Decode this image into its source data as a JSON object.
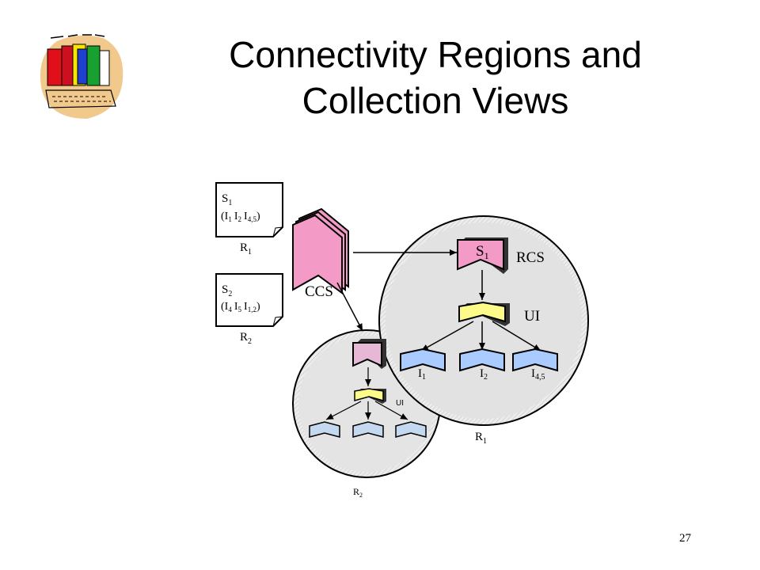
{
  "slide": {
    "title_line1": "Connectivity Regions and",
    "title_line2": "Collection Views",
    "page_number": "27"
  },
  "logo": {
    "icon": "library-books-icon"
  },
  "notes": [
    {
      "s": "S",
      "s_sub": "1",
      "items": [
        [
          "I",
          "1"
        ],
        [
          "I",
          "2"
        ],
        [
          "I",
          "4,5"
        ]
      ],
      "region": "R",
      "region_sub": "1"
    },
    {
      "s": "S",
      "s_sub": "2",
      "items": [
        [
          "I",
          "4"
        ],
        [
          "I",
          "5"
        ],
        [
          "I",
          "1,2"
        ]
      ],
      "region": "R",
      "region_sub": "2"
    }
  ],
  "ccs_label": "CCS",
  "region1": {
    "root": "S",
    "root_sub": "1",
    "root_label": "RCS",
    "ui_label": "UI",
    "leaves": [
      [
        "I",
        "1"
      ],
      [
        "I",
        "2"
      ],
      [
        "I",
        "4,5"
      ]
    ],
    "region": "R",
    "region_sub": "1"
  },
  "region2": {
    "ui_label": "UI",
    "region": "R",
    "region_sub": "2"
  },
  "colors": {
    "pink": "#f39ac7",
    "light_pink": "#e6b8d6",
    "yellow": "#fcfb8a",
    "blue": "#a9cbff",
    "light_blue": "#c4d8ef",
    "circle": "#e2e2e2"
  }
}
